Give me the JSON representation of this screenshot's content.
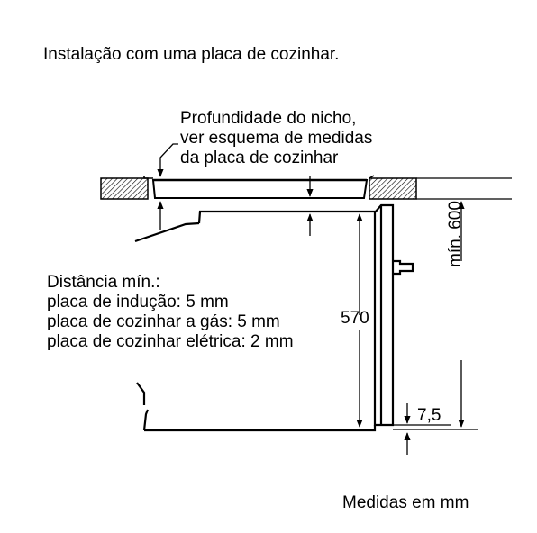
{
  "title": "Instalação com uma placa de cozinhar.",
  "callout_lines": [
    "Profundidade do nicho,",
    "ver esquema de medidas",
    "da placa de cozinhar"
  ],
  "distance_lines": [
    "Distância mín.:",
    "placa de indução: 5 mm",
    "placa de cozinhar a gás: 5 mm",
    "placa de cozinhar elétrica: 2 mm"
  ],
  "dimensions": {
    "height_570": "570",
    "min_600": "mín. 600",
    "gap_7_5": "7,5"
  },
  "units_note": "Medidas em mm"
}
